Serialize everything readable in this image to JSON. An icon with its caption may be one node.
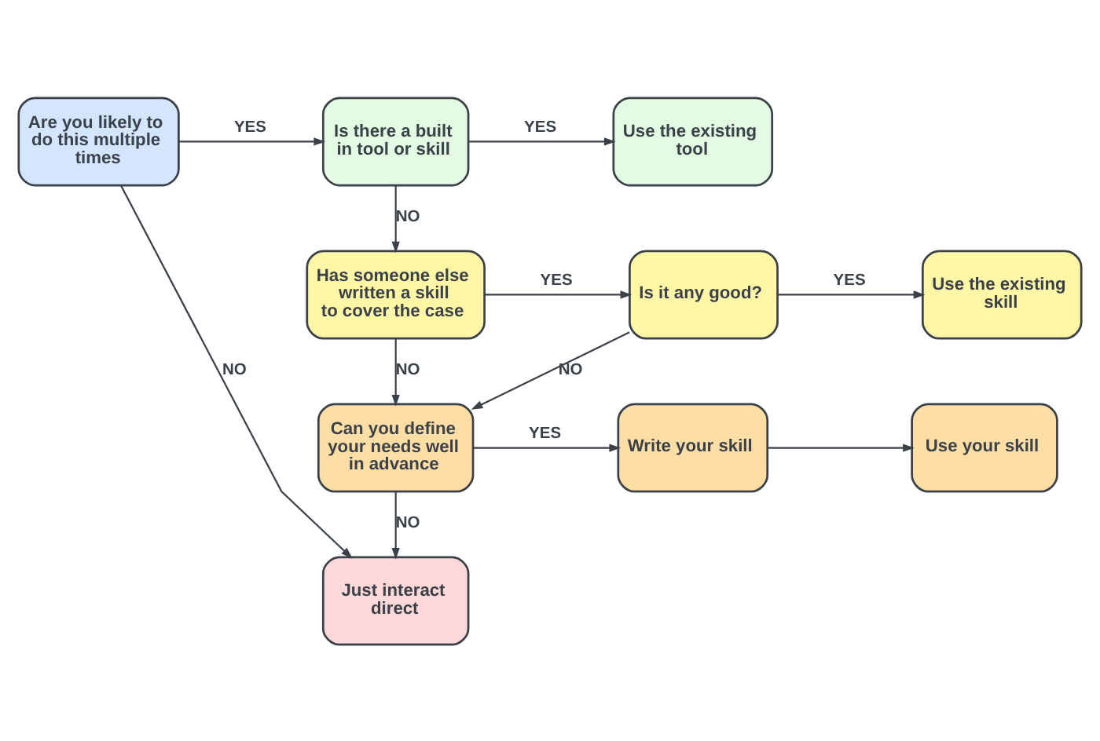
{
  "diagram": {
    "nodes": [
      {
        "text": [
          "Are you likely to do this multiple times"
        ]
      },
      {
        "text": [
          "Is there a built in tool or skill"
        ]
      },
      {
        "text": [
          "Use the existing tool"
        ]
      },
      {
        "text": [
          "Has someone else written a skill to cover the case"
        ]
      },
      {
        "text": [
          "Is it any good?"
        ]
      },
      {
        "text": [
          "Use the existing skill"
        ]
      },
      {
        "text": [
          "Can you define your needs well in advance"
        ]
      },
      {
        "text": [
          "Write your skill"
        ]
      },
      {
        "text": [
          "Use your skill"
        ]
      },
      {
        "text": [
          "Just interact direct"
        ]
      }
    ],
    "edges": [
      {
        "from": 0,
        "to": 1,
        "arrow": "to",
        "label": "YES"
      },
      {
        "from": 1,
        "to": 2,
        "arrow": "to",
        "label": "YES"
      },
      {
        "from": 1,
        "to": 3,
        "arrow": "to",
        "label": "NO"
      },
      {
        "from": 3,
        "to": 4,
        "arrow": "to",
        "label": "YES"
      },
      {
        "from": 4,
        "to": 5,
        "arrow": "to",
        "label": "YES"
      },
      {
        "from": 3,
        "to": 6,
        "arrow": "to",
        "label": "NO"
      },
      {
        "from": 4,
        "to": 6,
        "arrow": "to",
        "label": "NO"
      },
      {
        "from": 6,
        "to": 7,
        "arrow": "to",
        "label": "YES"
      },
      {
        "from": 7,
        "to": 8,
        "arrow": "to"
      },
      {
        "from": 6,
        "to": 9,
        "arrow": "to",
        "label": "NO"
      },
      {
        "from": 0,
        "to": 9,
        "arrow": "to",
        "label": "NO"
      }
    ]
  }
}
